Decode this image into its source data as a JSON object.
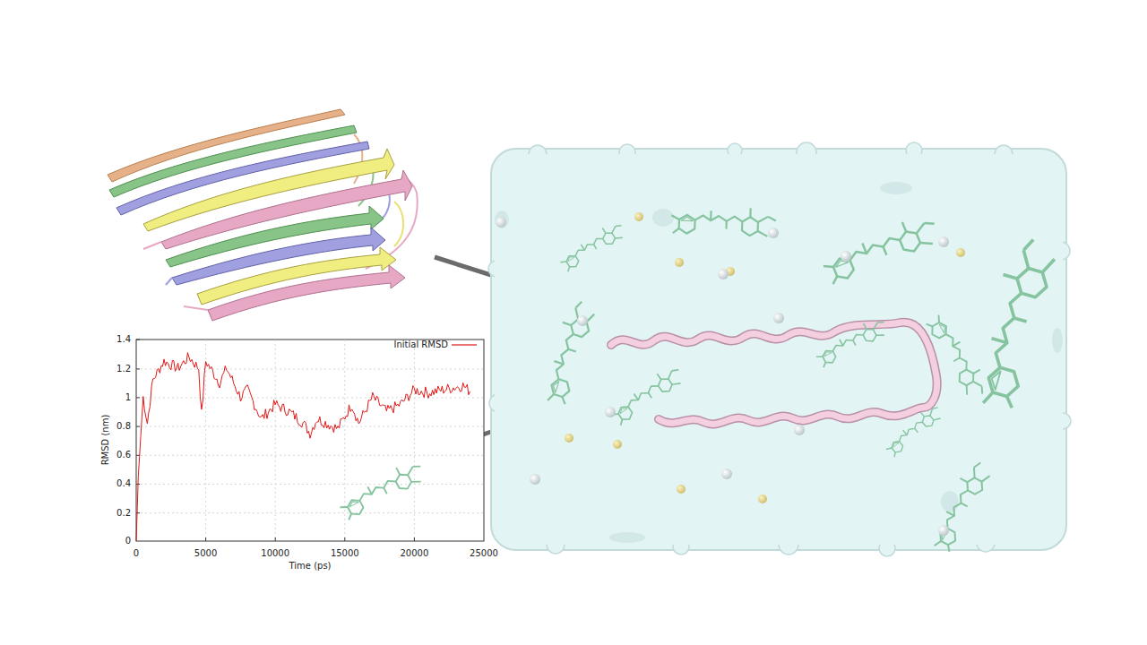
{
  "diagram": {
    "labels": [
      "1.4",
      "1.2",
      "1",
      "0.8",
      "0.6",
      "0.4",
      "0.2",
      "0",
      "0",
      "5000",
      "10000",
      "15000",
      "20000",
      "25000",
      "RMSD (nm)",
      "Time (ps)"
    ],
    "legend": [
      {
        "text": "Initial RMSD"
      }
    ]
  }
}
